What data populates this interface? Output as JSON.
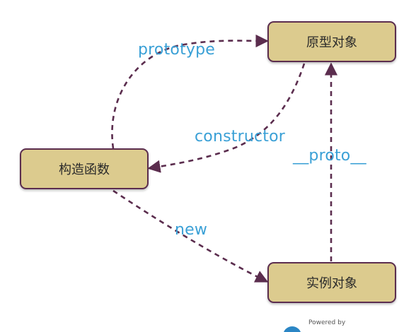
{
  "nodes": {
    "prototype_object": "原型对象",
    "constructor_function": "构造函数",
    "instance_object": "实例对象"
  },
  "edges": {
    "prototype": "prototype",
    "constructor": "constructor",
    "proto": "__proto__",
    "new": "new"
  },
  "watermark": "Powered by",
  "colors": {
    "node_fill": "#dccb8e",
    "node_border": "#5b2d4e",
    "arrow": "#5b2d4e",
    "label": "#3aa0d6"
  }
}
